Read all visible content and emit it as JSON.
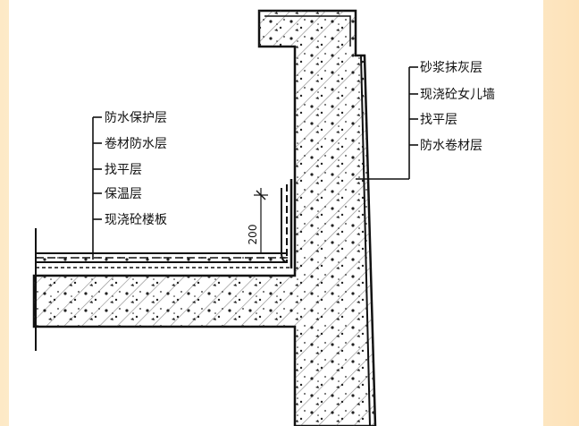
{
  "diagram": {
    "left_labels": [
      "防水保护层",
      "卷材防水层",
      "找平层",
      "保温层",
      "现浇砼楼板"
    ],
    "right_labels": [
      "砂浆抹灰层",
      "现浇砼女儿墙",
      "找平层",
      "防水卷材层"
    ],
    "dimension_label": "200"
  },
  "colors": {
    "background_left": "#fde9c6",
    "background_right": "#fde2b8",
    "panel": "#ffffff",
    "ink": "#111111"
  }
}
